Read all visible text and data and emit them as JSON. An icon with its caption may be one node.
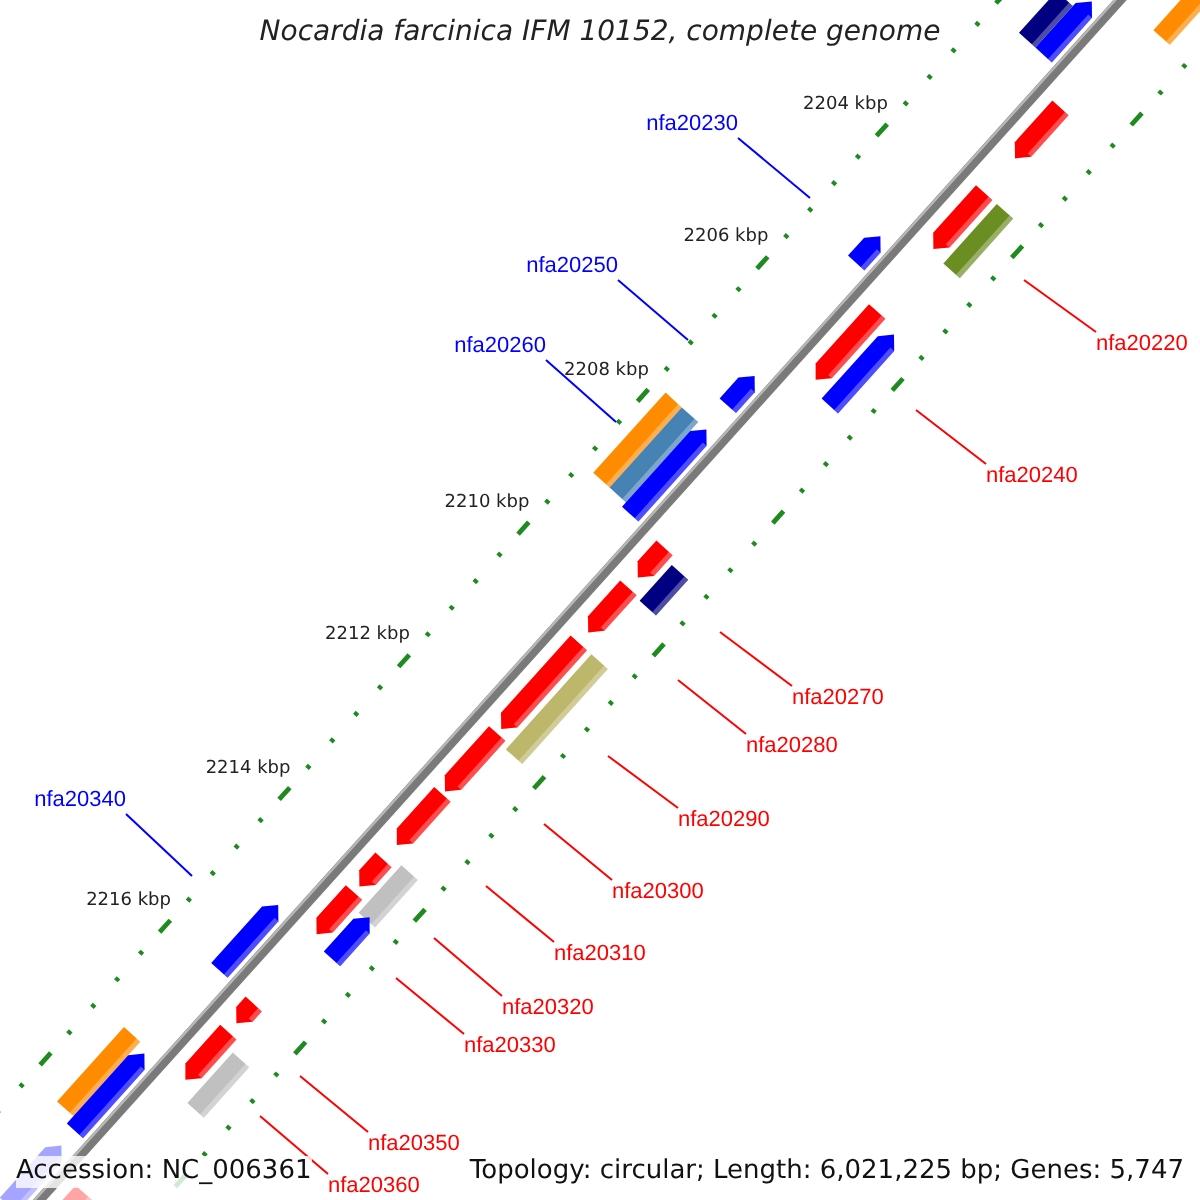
{
  "diagram": {
    "title": "Nocardia farcinica IFM 10152, complete genome",
    "nodes": [
      {
        "text": [
          "nfa20230"
        ]
      },
      {
        "text": [
          "nfa20250"
        ]
      },
      {
        "text": [
          "nfa20220"
        ]
      },
      {
        "text": [
          "nfa20260"
        ]
      },
      {
        "text": [
          "nfa20240"
        ]
      },
      {
        "text": [
          "nfa20270"
        ]
      },
      {
        "text": [
          "nfa20280"
        ]
      },
      {
        "text": [
          "nfa20340"
        ]
      },
      {
        "text": [
          "nfa20290"
        ]
      },
      {
        "text": [
          "nfa20300"
        ]
      },
      {
        "text": [
          "nfa20310"
        ]
      },
      {
        "text": [
          "nfa20320"
        ]
      },
      {
        "text": [
          "nfa20330"
        ]
      },
      {
        "text": [
          "nfa20350"
        ]
      },
      {
        "text": [
          "nfa20360"
        ]
      }
    ],
    "edges": [
      {
        "from": 0,
        "to": null,
        "arrow": "none",
        "color": "#0000ff"
      },
      {
        "from": 1,
        "to": null,
        "arrow": "none",
        "color": "#0000ff"
      },
      {
        "from": 2,
        "to": null,
        "arrow": "none"
      },
      {
        "from": 3,
        "to": null,
        "arrow": "none",
        "color": "#0000ff"
      },
      {
        "from": 4,
        "to": null,
        "arrow": "none"
      },
      {
        "from": 5,
        "to": null,
        "arrow": "none"
      },
      {
        "from": 6,
        "to": null,
        "arrow": "none"
      },
      {
        "from": 7,
        "to": null,
        "arrow": "none",
        "color": "#0000ff"
      },
      {
        "from": 8,
        "to": null,
        "arrow": "none"
      },
      {
        "from": 9,
        "to": null,
        "arrow": "none"
      },
      {
        "from": 10,
        "to": null,
        "arrow": "none"
      },
      {
        "from": 11,
        "to": null,
        "arrow": "none"
      },
      {
        "from": 12,
        "to": null,
        "arrow": "none"
      },
      {
        "from": 13,
        "to": null,
        "arrow": "none"
      },
      {
        "from": 14,
        "to": null,
        "arrow": "none"
      }
    ],
    "labels": [
      "2204 kbp",
      "2206 kbp",
      "2208 kbp",
      "2210 kbp",
      "2212 kbp",
      "2214 kbp",
      "2216 kbp",
      "Accession: NC_006361",
      "Topology: circular; Length: 6,021,225 bp; Genes: 5,747"
    ]
  }
}
